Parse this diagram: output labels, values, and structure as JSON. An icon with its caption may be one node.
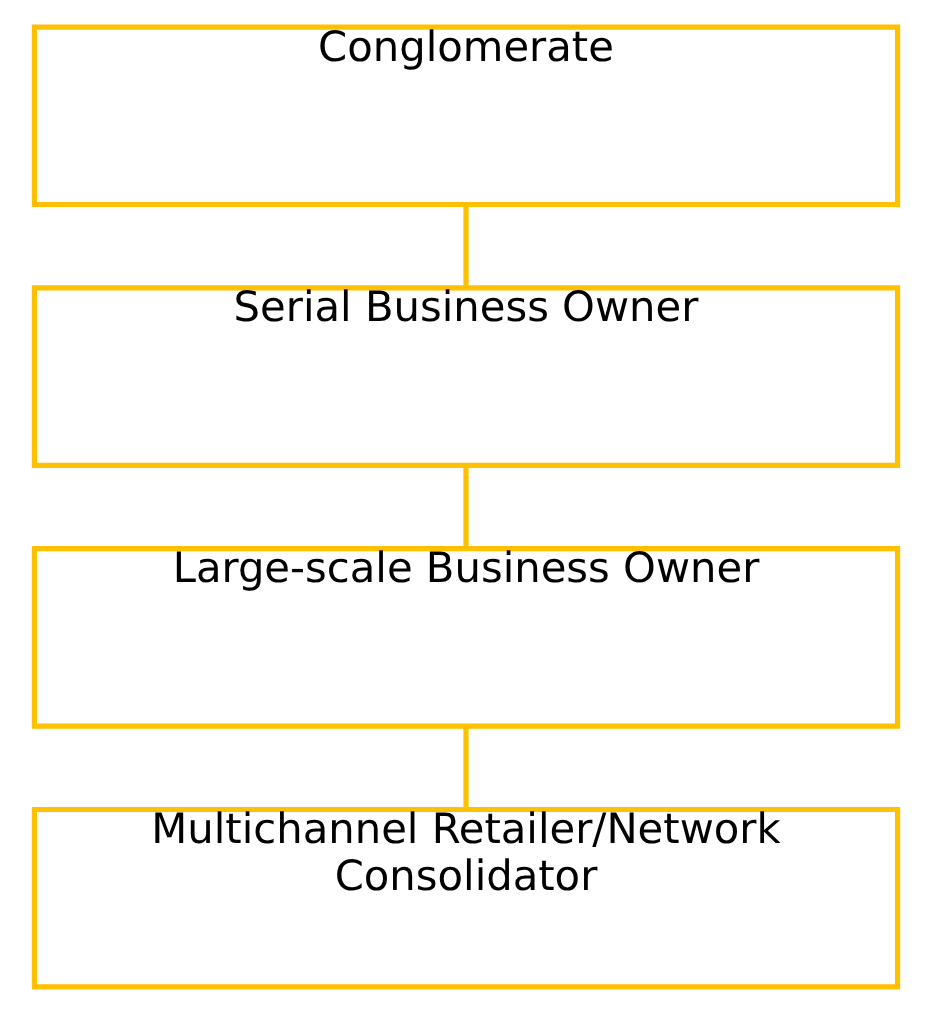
{
  "diagram": {
    "nodes": [
      {
        "text": [
          "Conglomerate"
        ]
      },
      {
        "text": [
          "Serial Business Owner"
        ]
      },
      {
        "text": [
          "Large-scale Business Owner"
        ]
      },
      {
        "text": [
          "Multichannel Retailer/Network Consolidator"
        ]
      }
    ],
    "edges": [
      {
        "from": 0,
        "to": 1,
        "arrow": "none"
      },
      {
        "from": 1,
        "to": 2,
        "arrow": "none"
      },
      {
        "from": 2,
        "to": 3,
        "arrow": "none"
      }
    ]
  }
}
